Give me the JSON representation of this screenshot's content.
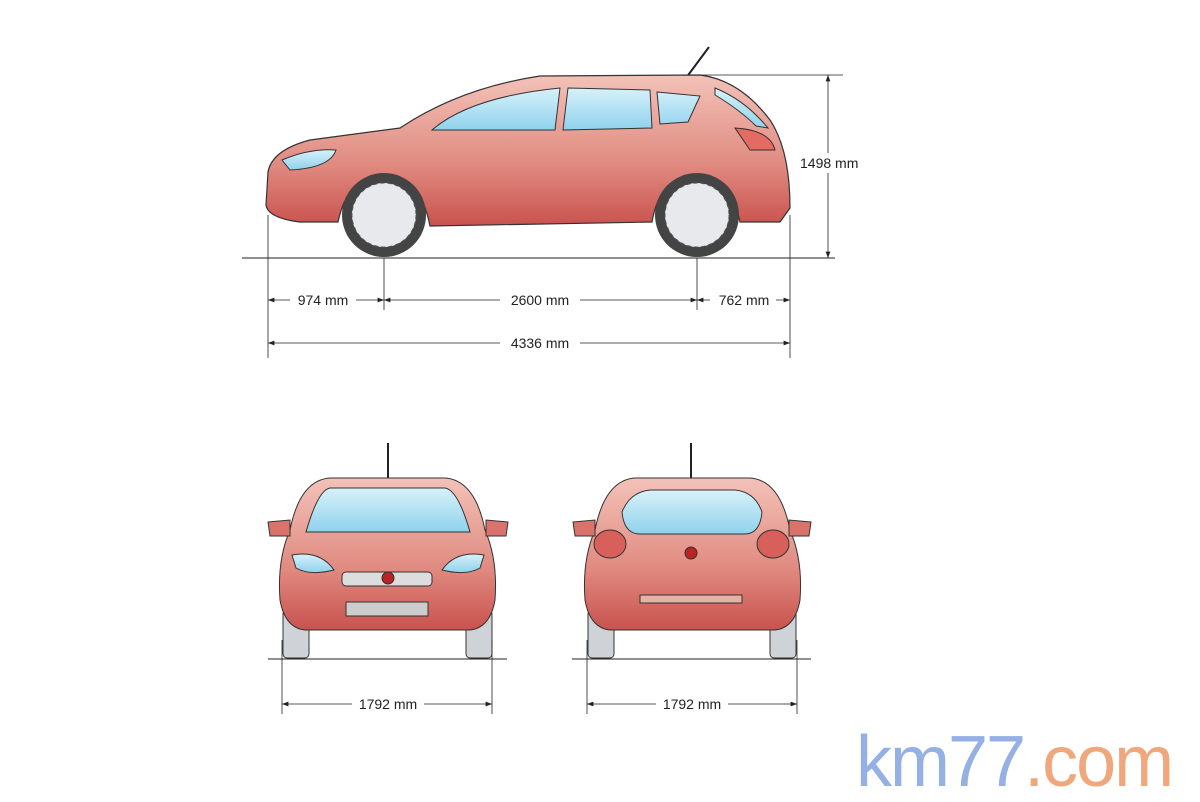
{
  "dimensions": {
    "height": "1498 mm",
    "front_overhang": "974 mm",
    "wheelbase": "2600 mm",
    "rear_overhang": "762 mm",
    "length": "4336 mm",
    "front_track_width": "1792 mm",
    "rear_track_width": "1792 mm"
  },
  "watermark": {
    "part1": "km77",
    "part2": ".com"
  },
  "colors": {
    "body": "#d9736c",
    "glass": "#a9def0",
    "logo_blue": "#94b0e4",
    "logo_orange": "#f0a77c"
  }
}
